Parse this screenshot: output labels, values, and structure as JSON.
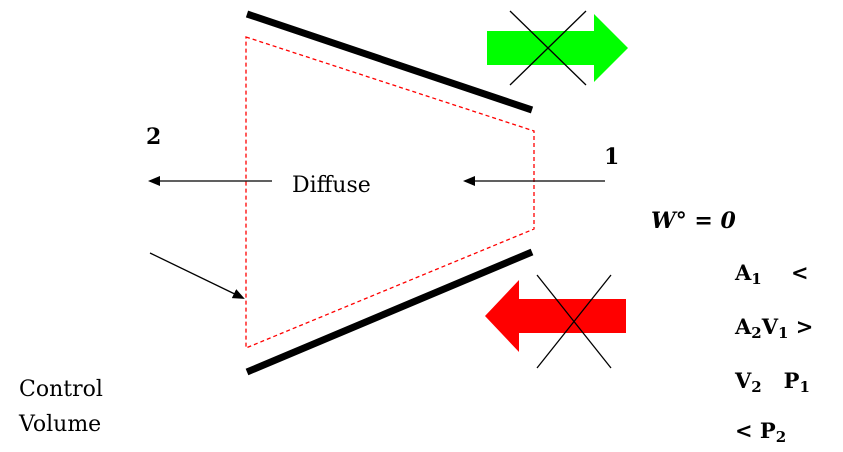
{
  "diagram": {
    "station_outlet_label": "2",
    "station_inlet_label": "1",
    "process_label": "Diffuse",
    "work_label": "W° = 0",
    "control_volume_label": {
      "line1": "Control",
      "line2": "Volume"
    },
    "relations": [
      {
        "parts": [
          {
            "text": "A"
          },
          {
            "text": "1",
            "sub": true
          },
          {
            "text": "    <"
          }
        ]
      },
      {
        "parts": [
          {
            "text": "A"
          },
          {
            "text": "2",
            "sub": true
          },
          {
            "text": "V"
          },
          {
            "text": "1",
            "sub": true
          },
          {
            "text": " >"
          }
        ]
      },
      {
        "parts": [
          {
            "text": "V"
          },
          {
            "text": "2",
            "sub": true
          },
          {
            "text": "   P"
          },
          {
            "text": "1",
            "sub": true
          }
        ]
      },
      {
        "parts": [
          {
            "text": "< P"
          },
          {
            "text": "2",
            "sub": true
          }
        ]
      }
    ],
    "colors": {
      "wall": "#000000",
      "control_volume_boundary": "#ff0000",
      "green_arrow": "#00ff00",
      "red_arrow": "#ff0000"
    },
    "icons": {
      "green_arrow": "right-arrow-crossed-out-icon",
      "red_arrow": "left-arrow-crossed-out-icon"
    }
  }
}
